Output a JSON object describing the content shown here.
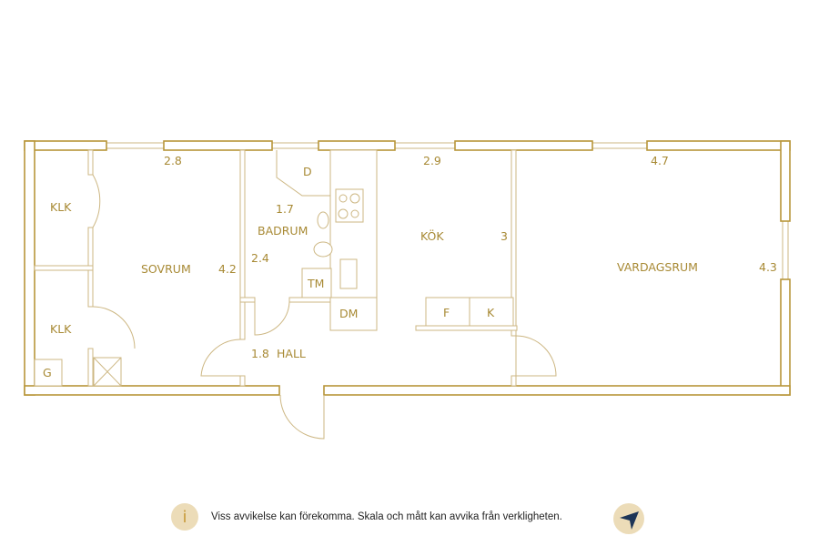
{
  "rooms": {
    "klk1": "KLK",
    "klk2": "KLK",
    "g": "G",
    "sovrum": "SOVRUM",
    "sovrum_w": "2.8",
    "sovrum_h": "4.2",
    "badrum": "BADRUM",
    "badrum_w": "1.7",
    "badrum_h": "2.4",
    "d": "D",
    "tm": "TM",
    "dm": "DM",
    "hall": "HALL",
    "hall_w": "1.8",
    "kok": "KÖK",
    "kok_w": "2.9",
    "kok_h": "3",
    "f": "F",
    "k": "K",
    "vardagsrum": "VARDAGSRUM",
    "vardagsrum_w": "4.7",
    "vardagsrum_h": "4.3"
  },
  "footer": {
    "info_icon": "i",
    "disclaimer": "Viss avvikelse kan förekomma. Skala och mått kan avvika från verkligheten."
  },
  "colors": {
    "wall": "#b8963a",
    "badge": "#ecdcb8",
    "compass": "#1d3557"
  }
}
